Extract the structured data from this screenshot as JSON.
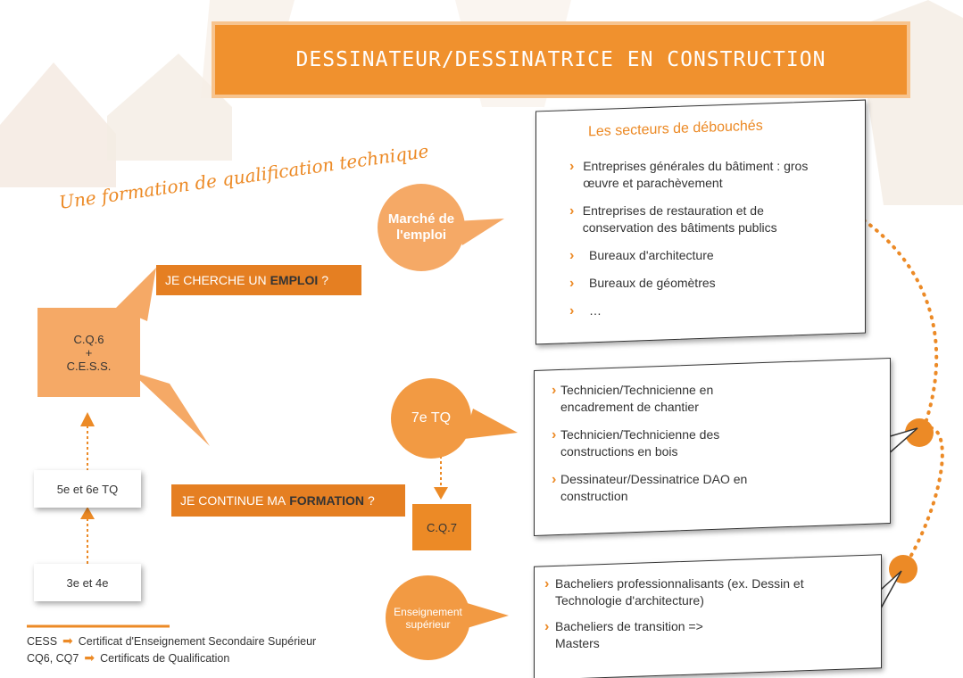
{
  "title": "DESSINATEUR/DESSINATRICE EN CONSTRUCTION",
  "subtitle": "Une formation de qualification technique",
  "colors": {
    "accent": "#f0912e",
    "accent_dark": "#e57f22",
    "light": "#f5a966",
    "text": "#333333"
  },
  "nodes": {
    "marche": "Marché de l'emploi",
    "tq7": "7e TQ",
    "cq7": "C.Q.7",
    "sup": "Enseignement supérieur",
    "cq6": [
      "C.Q.6",
      "+",
      "C.E.S.S."
    ],
    "tq56": "5e et 6e TQ",
    "tq34": "3e et 4e"
  },
  "banners": {
    "emploi": {
      "prefix": "JE CHERCHE UN",
      "strong": "EMPLOI",
      "suffix": "?"
    },
    "formation": {
      "prefix": "JE CONTINUE MA",
      "strong": "FORMATION",
      "suffix": "?"
    }
  },
  "debouches": {
    "title": "Les secteurs de débouchés",
    "items": [
      "Entreprises générales du bâtiment : gros œuvre et parachèvement",
      "Entreprises de restauration et de conservation des bâtiments publics",
      "Bureaux d'architecture",
      "Bureaux de géomètres",
      "…"
    ]
  },
  "tq7_options": [
    "Technicien/Technicienne en encadrement de chantier",
    "Technicien/Technicienne des constructions en bois",
    "Dessinateur/Dessinatrice DAO en construction"
  ],
  "sup_options": [
    "Bacheliers professionnalisants (ex. Dessin et Technologie d'architecture)",
    "Bacheliers de transition => Masters"
  ],
  "legend": [
    {
      "abbr": "CESS",
      "text": "Certificat d'Enseignement Secondaire Supérieur"
    },
    {
      "abbr": "CQ6, CQ7",
      "text": "Certificats de Qualification"
    }
  ]
}
